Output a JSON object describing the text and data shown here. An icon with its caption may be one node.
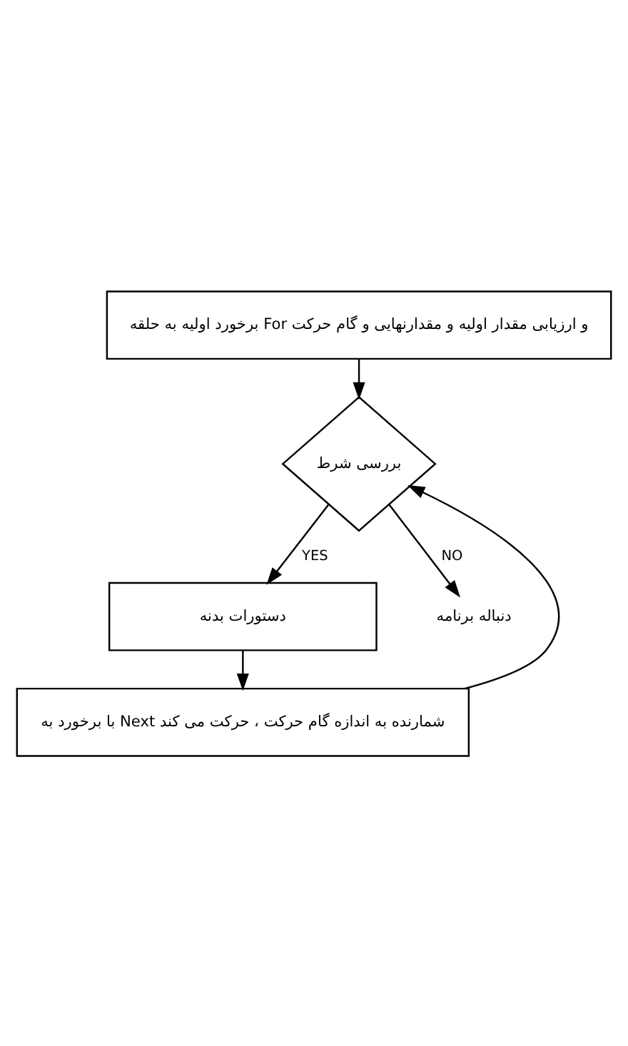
{
  "diagram": {
    "nodes": [
      {
        "text": [
          "برخورد اولیه به حلقه For و ارزیابی مقدار اولیه و مقدارنهایی و گام حرکت"
        ]
      },
      {
        "text": [
          "بررسی شرط"
        ]
      },
      {
        "text": [
          "دستورات بدنه"
        ]
      },
      {
        "text": [
          "با برخورد به Next شمارنده به اندازه گام حرکت ، حرکت می کند"
        ]
      },
      {
        "text": [
          "دنباله برنامه"
        ]
      }
    ],
    "edges": [
      {
        "from": 0,
        "to": 1,
        "arrow": "to"
      },
      {
        "from": 1,
        "to": 2,
        "arrow": "to",
        "label": "YES"
      },
      {
        "from": 2,
        "to": 3,
        "arrow": "to"
      },
      {
        "from": 3,
        "to": 1,
        "arrow": "to"
      },
      {
        "from": 1,
        "to": 4,
        "arrow": "to",
        "label": "NO"
      }
    ]
  }
}
